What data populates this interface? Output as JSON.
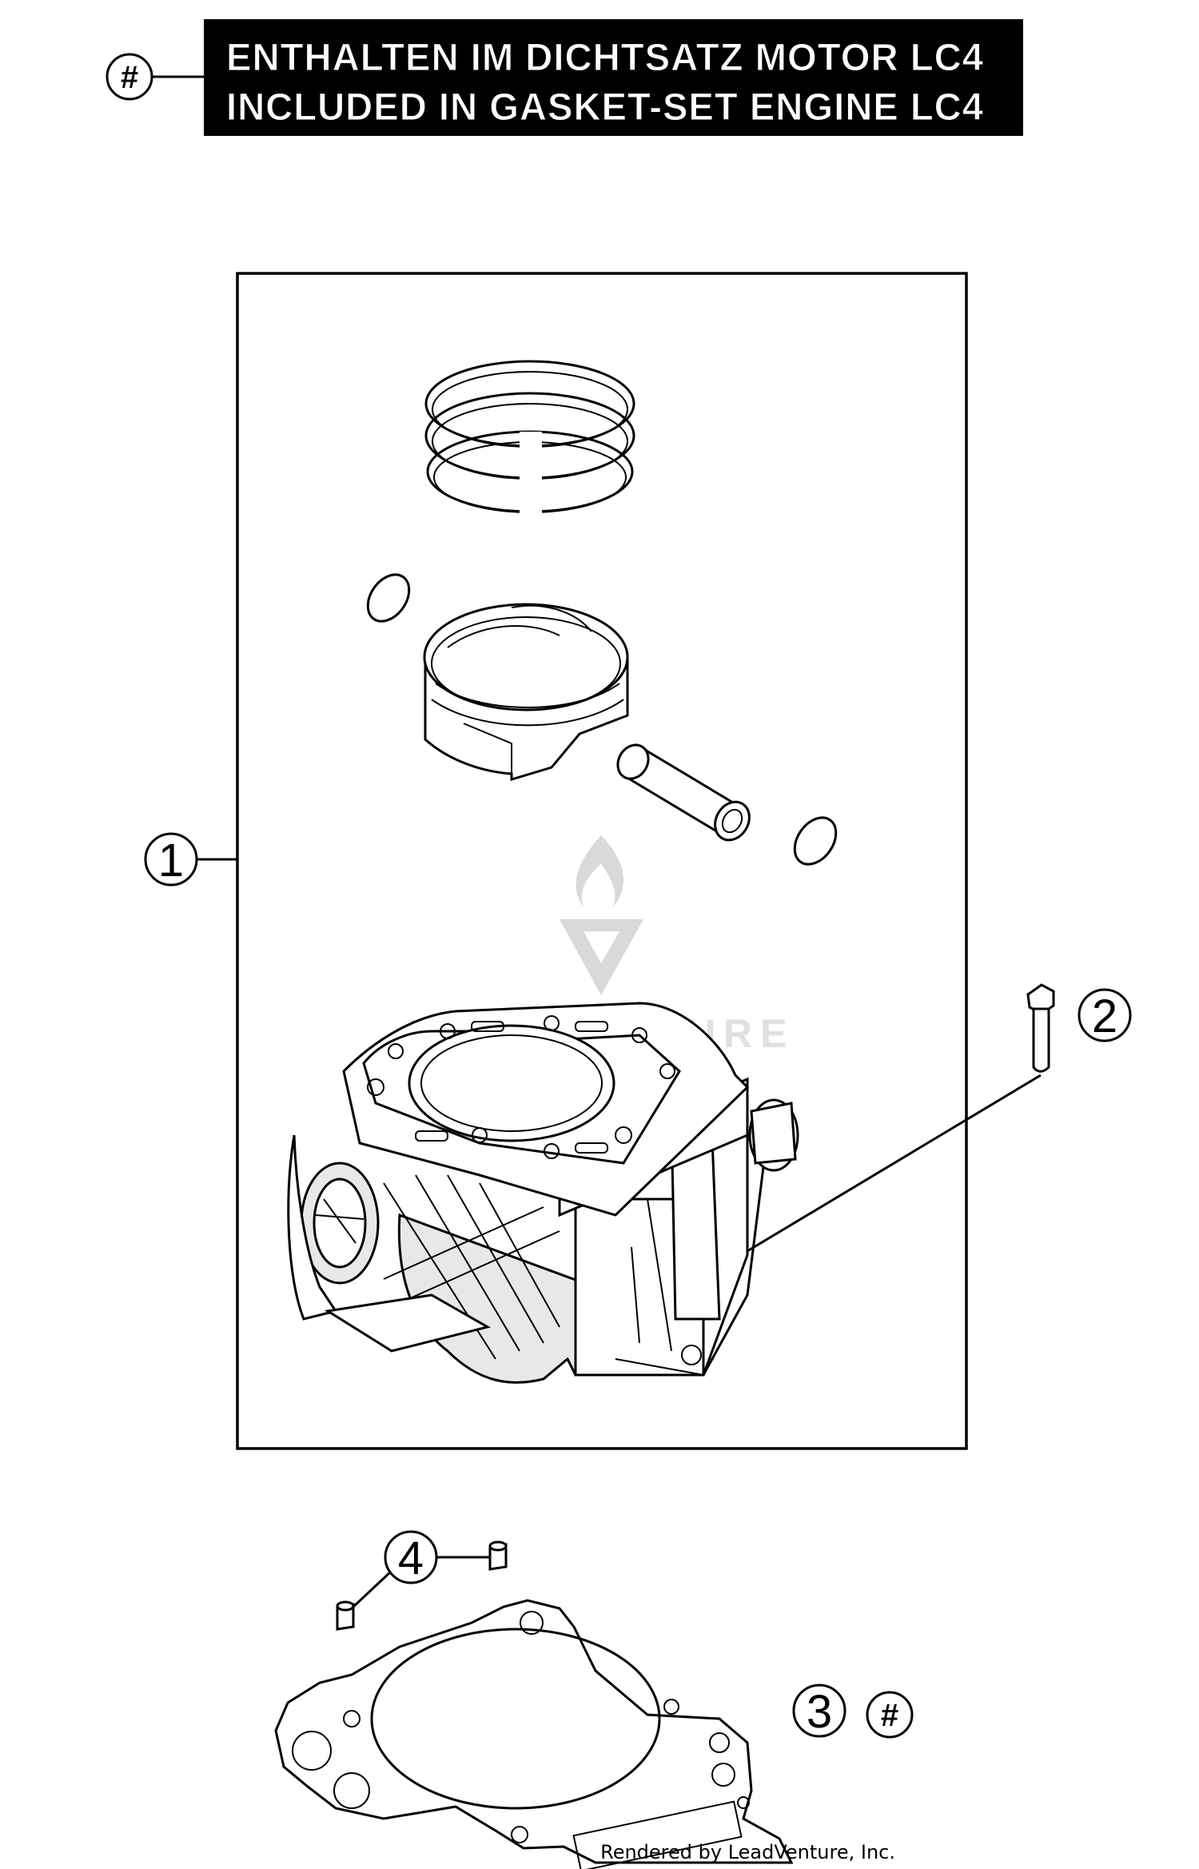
{
  "legend": {
    "symbol": "#",
    "line1": "ENTHALTEN IM DICHTSATZ MOTOR LC4",
    "line2": "INCLUDED IN GASKET-SET ENGINE LC4"
  },
  "callouts": [
    {
      "id": "1",
      "part": "cylinder-piston-kit"
    },
    {
      "id": "2",
      "part": "screw"
    },
    {
      "id": "3",
      "part": "cylinder-base-gasket",
      "marker": "#"
    },
    {
      "id": "4",
      "part": "dowel-sleeve"
    }
  ],
  "watermark": {
    "text": "LEADVENTURE"
  },
  "credit": {
    "text": "Rendered by LeadVenture, Inc."
  }
}
